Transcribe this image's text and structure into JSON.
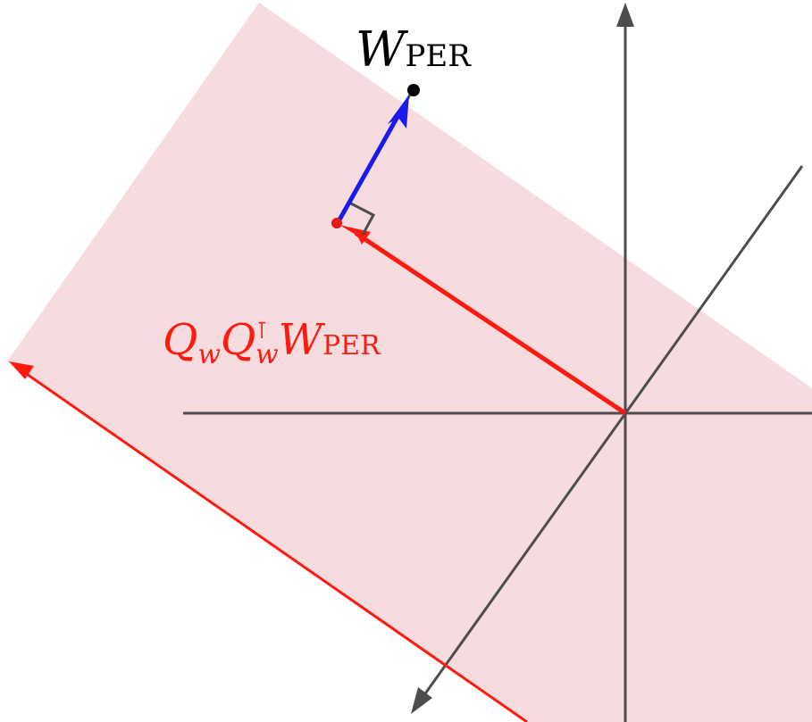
{
  "labels": {
    "point_symbol": "W",
    "point_subscript": "PER",
    "proj_Q1": "Q",
    "proj_w1": "w",
    "proj_Q2": "Q",
    "proj_T": "⊺",
    "proj_w2": "w",
    "proj_W": "W",
    "proj_sub": "PER"
  },
  "colors": {
    "plane_fill": "#f6dcde",
    "axis": "#4d4d4d",
    "projection": "#ff1a0f",
    "residual": "#1a1aee",
    "point": "#000000",
    "projected_point": "#e51616",
    "right_angle_mark": "#4d4d4d"
  }
}
